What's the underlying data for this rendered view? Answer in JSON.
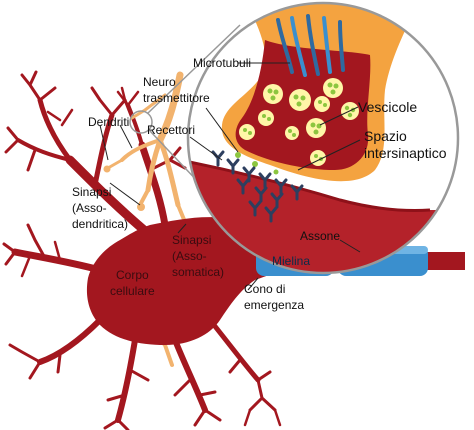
{
  "labels": {
    "microtubuli": "Microtubuli",
    "neuro": "Neuro",
    "trasmettitore": "trasmettitore",
    "recettori": "Recettori",
    "vescicole": "Vescicole",
    "spazio": "Spazio",
    "intersinaptico": "intersinaptico",
    "dendriti": "Dendriti",
    "sinapsi_1_line1": "Sinapsi",
    "sinapsi_1_line2": "(Asso-",
    "sinapsi_1_line3": "dendritica)",
    "sinapsi_2_line1": "Sinapsi",
    "sinapsi_2_line2": "(Asso-",
    "sinapsi_2_line3": "somatica)",
    "assone": "Assone",
    "mielina": "Mielina",
    "corpo": "Corpo",
    "cellulare": "cellulare",
    "cono_di": "Cono di",
    "emergenza": "emergenza"
  },
  "colors": {
    "neuron": "#a3171f",
    "terminal_orange": "#f4a340",
    "terminal_peach": "#f2b36e",
    "vesicle_fill": "#a3171f",
    "vesicle_ring": "#fff6a8",
    "vesicle_dot": "#8cc63f",
    "receptor": "#2d3f5f",
    "myelin": "#3a8fce",
    "zoom_circle": "#999999"
  }
}
